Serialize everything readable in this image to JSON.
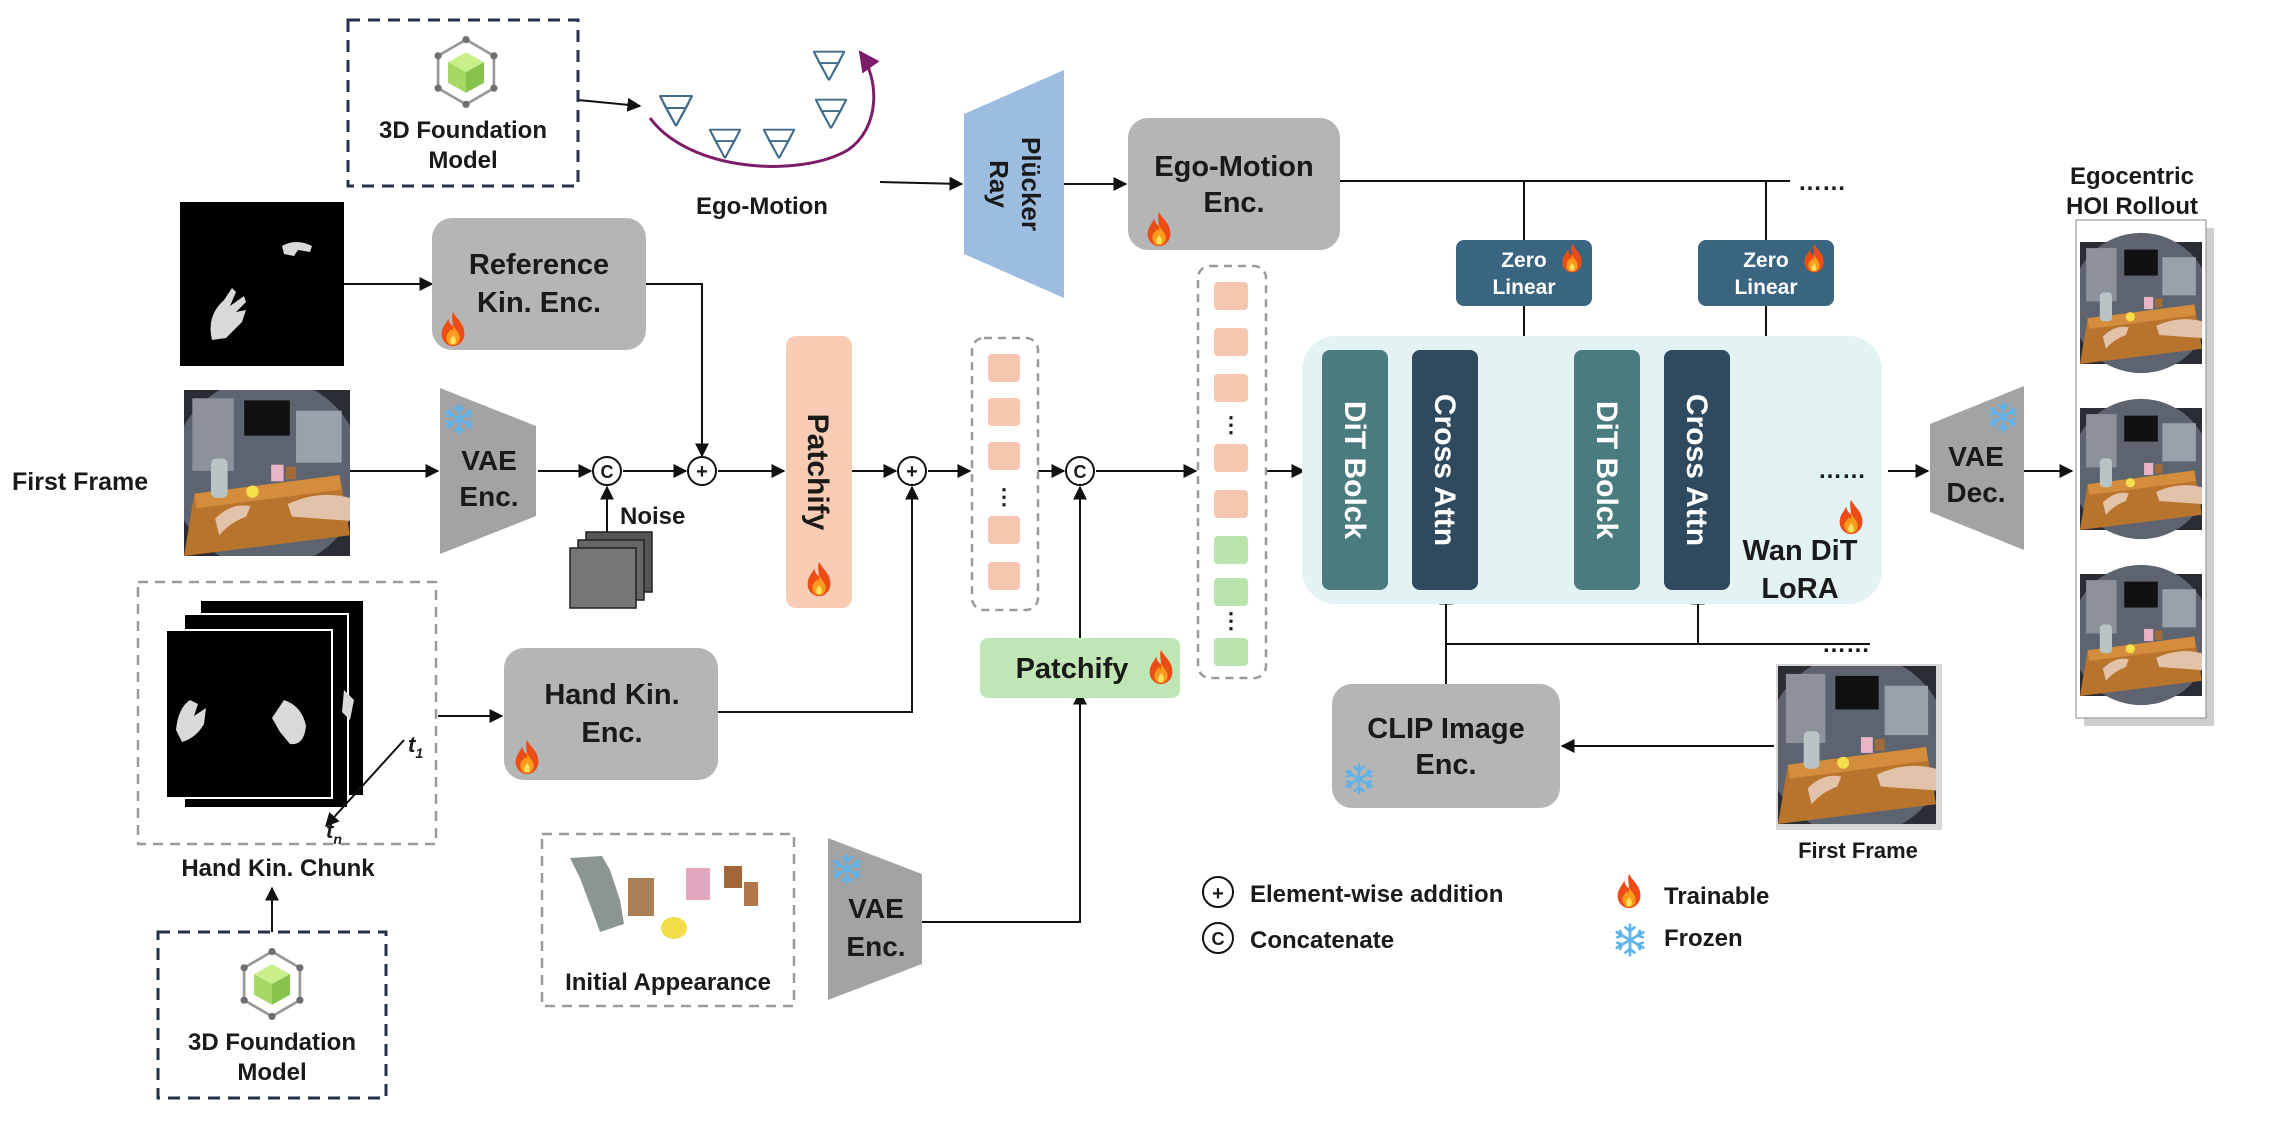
{
  "labels": {
    "foundation_top": [
      "3D Foundation",
      "Model"
    ],
    "foundation_bottom": [
      "3D Foundation",
      "Model"
    ],
    "ego_motion": "Ego-Motion",
    "plucker": [
      "Plücker",
      "Ray"
    ],
    "ego_motion_enc": [
      "Ego-Motion",
      "Enc."
    ],
    "reference_enc": [
      "Reference",
      "Kin. Enc."
    ],
    "first_frame_left": "First Frame",
    "vae_enc_top": [
      "VAE",
      "Enc."
    ],
    "noise": "Noise",
    "patchify_vertical": "Patchify",
    "patchify_green": "Patchify",
    "hand_kin_enc": [
      "Hand Kin.",
      "Enc."
    ],
    "hand_kin_chunk": "Hand Kin. Chunk",
    "t1": "t",
    "t1_sub": "1",
    "tn": "t",
    "tn_sub": "n",
    "initial_appearance": "Initial Appearance",
    "vae_enc_bottom": [
      "VAE",
      "Enc."
    ],
    "zero_linear_1": [
      "Zero",
      "Linear"
    ],
    "zero_linear_2": [
      "Zero",
      "Linear"
    ],
    "dit_block_1": "DiT Bolck",
    "cross_attn_1": "Cross Attn",
    "dit_block_2": "DiT Bolck",
    "cross_attn_2": "Cross Attn",
    "wan_dit": [
      "Wan DiT",
      "LoRA"
    ],
    "vae_dec": [
      "VAE",
      "Dec."
    ],
    "clip_enc": [
      "CLIP Image",
      "Enc."
    ],
    "first_frame_right": "First Frame",
    "rollout": [
      "Egocentric",
      "HOI Rollout"
    ],
    "ellipsis": "……",
    "vdots": "⋮",
    "plus": "+",
    "concat": "C"
  },
  "legend": {
    "add": "Element-wise addition",
    "concat": "Concatenate",
    "trainable": "Trainable",
    "frozen": "Frozen"
  },
  "colors": {
    "gray_box": "#b5b5b5",
    "vae_trap": "#a3a3a3",
    "plucker": "#9cbde0",
    "patchify_orange": "#f7cbb4",
    "token_orange": "#f5c6b0",
    "patchify_green": "#bfe6b4",
    "token_green": "#b9e3ad",
    "dit_teal": "#4a7b7f",
    "cross_navy": "#2f4a5e",
    "zero_linear": "#3a6580",
    "dit_panel": "#e3f2f3",
    "trajectory": "#7d1d6a"
  },
  "icons": {
    "trainable": "fire-icon",
    "frozen": "snowflake-icon",
    "foundation": "cube-hexagon-icon",
    "camera": "camera-frustum-icon"
  }
}
